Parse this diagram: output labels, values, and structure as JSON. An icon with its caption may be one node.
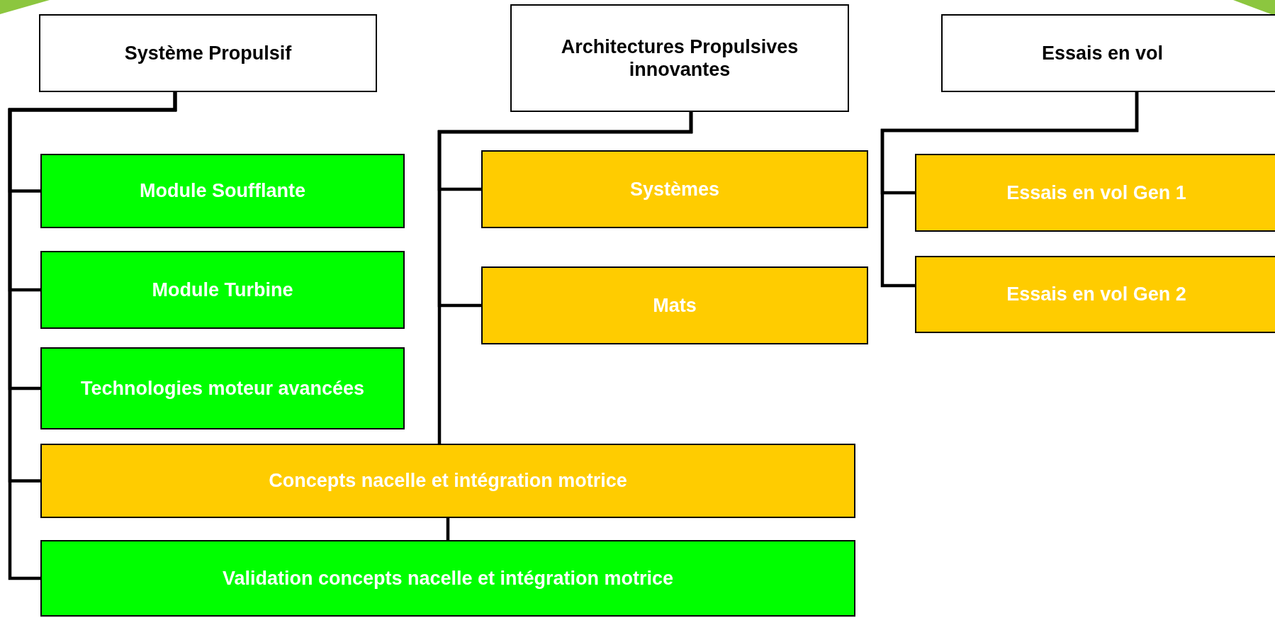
{
  "diagram": {
    "nodes": [
      {
        "text": [
          "Système Propulsif"
        ]
      },
      {
        "text": [
          "Architectures Propulsives innovantes"
        ]
      },
      {
        "text": [
          "Essais en vol"
        ]
      },
      {
        "text": [
          "Module Soufflante"
        ]
      },
      {
        "text": [
          "Module Turbine"
        ]
      },
      {
        "text": [
          "Technologies moteur avancées"
        ]
      },
      {
        "text": [
          "Concepts nacelle et intégration motrice"
        ]
      },
      {
        "text": [
          "Validation concepts nacelle et intégration motrice"
        ]
      },
      {
        "text": [
          "Systèmes"
        ]
      },
      {
        "text": [
          "Mats"
        ]
      },
      {
        "text": [
          "Essais en vol Gen 1"
        ]
      },
      {
        "text": [
          "Essais en vol Gen 2"
        ]
      }
    ],
    "edges": [
      {
        "from": 0,
        "to": 3,
        "arrow": "none"
      },
      {
        "from": 0,
        "to": 4,
        "arrow": "none"
      },
      {
        "from": 0,
        "to": 5,
        "arrow": "none"
      },
      {
        "from": 0,
        "to": 6,
        "arrow": "none"
      },
      {
        "from": 0,
        "to": 7,
        "arrow": "none"
      },
      {
        "from": 1,
        "to": 8,
        "arrow": "none"
      },
      {
        "from": 1,
        "to": 9,
        "arrow": "none"
      },
      {
        "from": 1,
        "to": 6,
        "arrow": "none"
      },
      {
        "from": 6,
        "to": 7,
        "arrow": "none"
      },
      {
        "from": 2,
        "to": 10,
        "arrow": "none"
      },
      {
        "from": 2,
        "to": 11,
        "arrow": "none"
      }
    ]
  }
}
